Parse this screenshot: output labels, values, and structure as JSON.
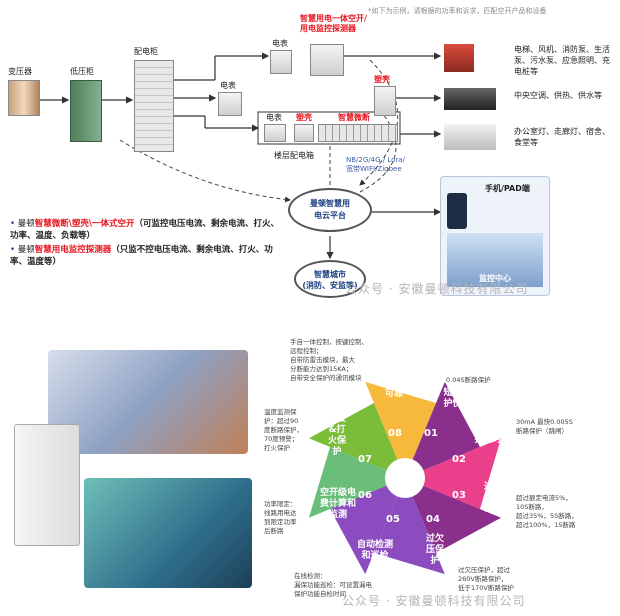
{
  "top_note": "*如下为示例，请根据的功率和诉求，匹配空开产品和设备",
  "labels": {
    "transformer": "变压器",
    "lv_cabinet": "低压柜",
    "distribution_cabinet": "配电柜",
    "meter1": "电表",
    "meter2": "电表",
    "meter3": "电表",
    "smart_breaker_title_line1": "智慧用电一体空开/",
    "smart_breaker_title_line2": "用电监控探测器",
    "plastic_shell": "塑壳",
    "smart_micro_breaker": "智慧微断",
    "floor_box": "楼层配电箱",
    "network": "NB/2G/4G / Lora/\n宽带WIFI/Zigbee",
    "cloud_platform": "曼顿智慧用\n电云平台",
    "smart_city": "智慧城市\n(消防、安监等)",
    "mobile": "手机/PAD端",
    "monitor_center": "监控中心"
  },
  "loads": [
    {
      "text": "电梯、风机、消防泵、生活泵、污水泵、应急照明、充电桩等"
    },
    {
      "text": "中央空调、供热、供水等"
    },
    {
      "text": "办公室灯、走廊灯、宿舍、食堂等"
    }
  ],
  "bullets": [
    {
      "prefix": "曼顿",
      "highlight": "智慧微断\\塑壳\\一体式空开",
      "suffix": "（可监控电压电流、剩余电流、打火、功率、温度、负载等）"
    },
    {
      "prefix": "曼顿",
      "highlight": "智慧用电监控探测器",
      "suffix": "（只监不控电压电流、剩余电流、打火、功率、温度等）"
    }
  ],
  "watermark_top": "公众号 · 安徽曼顿科技有限公司",
  "watermark_bottom": "公众号 · 安徽曼顿科技有限公司",
  "pinwheel": {
    "segments": [
      {
        "num": "01",
        "title": "短路保\n护快速",
        "color": "#8b2f8c"
      },
      {
        "num": "02",
        "title": "漏电保\n护及时",
        "color": "#ea3f8a"
      },
      {
        "num": "03",
        "title": "过流\n保护\n精准",
        "color": "#8b2f8c"
      },
      {
        "num": "04",
        "title": "过欠\n压保\n护",
        "color": "#8c4cbf"
      },
      {
        "num": "05",
        "title": "自动检测\n和巡检",
        "color": "#8c4cbf"
      },
      {
        "num": "06",
        "title": "空开级电\n费计算和\n监测",
        "color": "#6bbd7a"
      },
      {
        "num": "07",
        "title": "温度\n&打\n火保\n护",
        "color": "#7bbd38"
      },
      {
        "num": "08",
        "title": "安全\n可靠",
        "color": "#f6b93b"
      }
    ],
    "descs": [
      {
        "text": "手自一体控制，按键控制、\n远程控制；\n自带防雷击模块，最大\n分断能力达到15KA；\n自带安全保护的通讯模块"
      },
      {
        "text": "0.04S断路保护"
      },
      {
        "text": "30mA 最快0.005S\n断路保护（跳闸）"
      },
      {
        "text": "超过额定电流5%，\n10S断路，\n超过35%，5S断路，\n超过100%，1S断路"
      },
      {
        "text": "过欠压保护，超过\n260V断路保护，\n低于170V断路保护"
      },
      {
        "text": "在线检测：\n漏保功能巡检：可设置漏电\n保护功能自检时间"
      },
      {
        "text": "功率限定：\n线路用电达\n到限定功率\n后断路"
      },
      {
        "text": "温度监测保\n护：超过90\n度断路保护，\n70度预警；\n打火保护"
      }
    ]
  }
}
